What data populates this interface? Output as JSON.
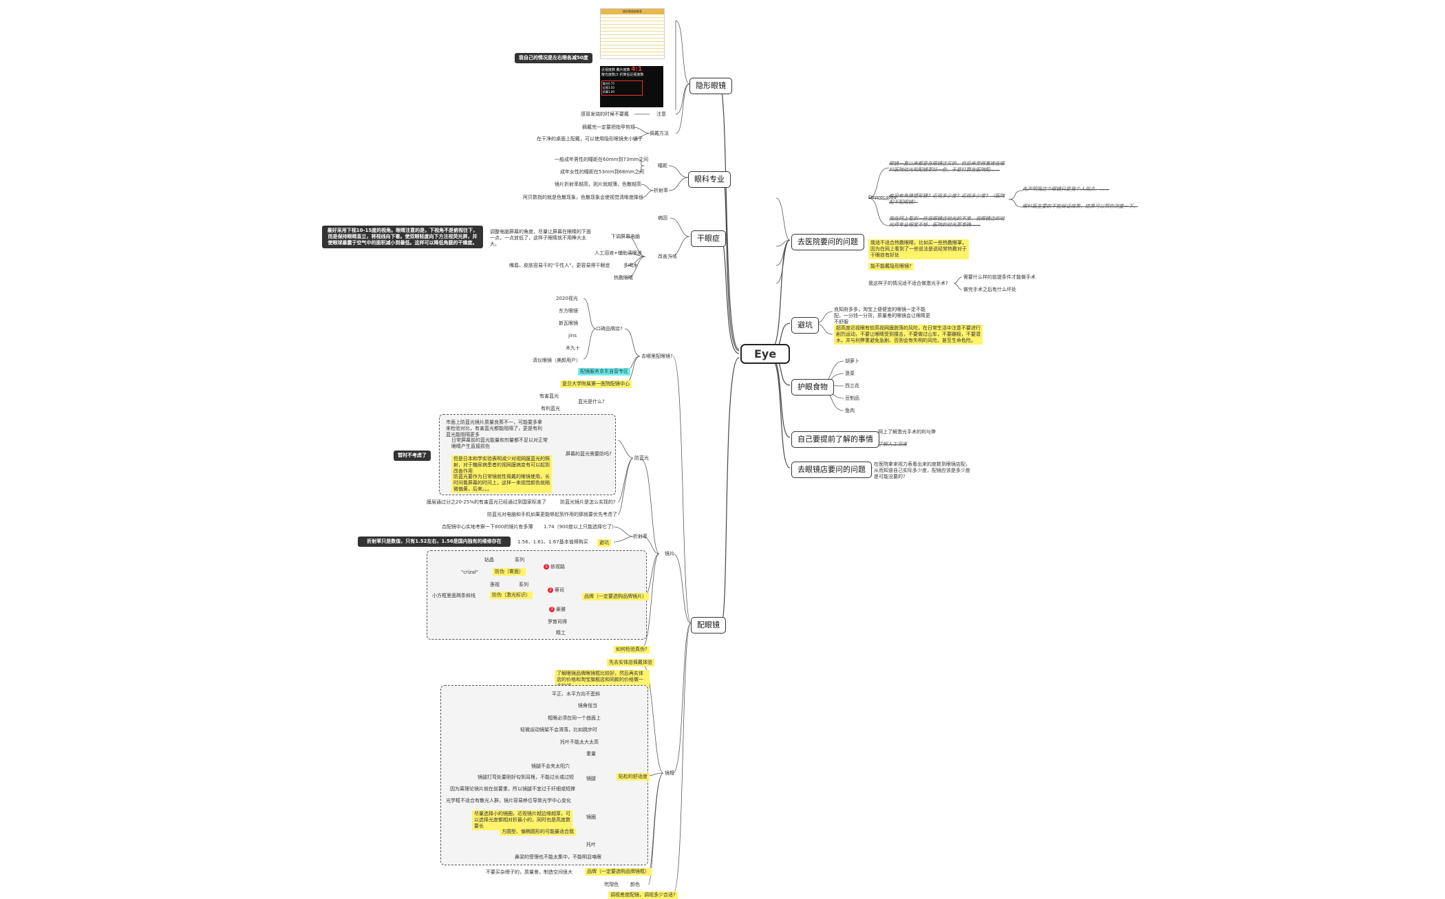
{
  "root": "Eye",
  "branches": {
    "hospital": "去医院要问的问题",
    "avoid": "避坑",
    "food": "护眼食物",
    "pre": "自己要提前了解的事情",
    "optician": "去眼镜店要问的问题",
    "contact": "隐形眼镜",
    "ophth": "眼科专业",
    "dry": "干眼症",
    "glasses": "配眼镜"
  },
  "hospital": {
    "deprecated": "Deprecated",
    "dep1": "眼镜一直以来都是在眼镜店买的，但后来觉得直接在眼科医院验光和配镜更好一些，于是打算在医院配……",
    "dep2": "有没有角膜塑形镜？近视多少度？近视多少度？（医院配不配眼镜）",
    "dep2a": "先声明我这个眼镜只是我个人观点，……",
    "dep2b": "眼科医生要的不能保证效果，结果可以帮你测量一下。",
    "dep3": "我在网上看到一些说眼镜店验光的不准，说眼镜店的验光师专业程度不够，医院的验光更准确……",
    "q1": "我适不适合热敷眼睛，比如买一些热敷眼罩，因为在网上看到了一些说法是说经常热敷对于干眼症有好处",
    "q2": "能不能戴隐形眼镜?",
    "q3": "我这样子的情况适不适合做激光手术?",
    "q3a": "需要什么样的前提条件才能做手术",
    "q3b": "做完手术之后有什么坏处"
  },
  "avoid": {
    "a1": "良知府多多，淘宝上便便宜的眼镜一定不能配，一分钱一分货，质量差的眼镜会让眼睛更不舒服",
    "a2": "超高度近视眼有较高视网膜脱落的风险，在日常生活中注意不要进行剧烈运动，不要让眼睛受到撞击，不要做过山车，不要蹦极，不要潜水，并与利弊重避免急剧、否则会有失明的风险，甚至生命危险。"
  },
  "food": {
    "items": [
      "胡萝卜",
      "菠菜",
      "西兰花",
      "豆制品",
      "鱼肉"
    ]
  },
  "pre": {
    "p1": "网上了解激光手术的利与弊",
    "p2": "了解人工泪液"
  },
  "optician": {
    "o1": "在医院拿来视力表看出来的度数到眼镜店配，从而知道自己实际多少度，配镜应该是多少度是可能没要的?"
  },
  "contact": {
    "note": "我自己的情况是左右眼各减50度",
    "img1": "隐形眼镜参数表",
    "img2_1": "近视度数 戴片度数",
    "img2_2": "散光度数/2  折算后近视度数",
    "img2_ratio": "4:1",
    "img2_r1": "散光0.75",
    "img2_r2": "近视3.50",
    "img2_r3": "折算1.00",
    "notice": "注意",
    "n1": "感冒发烧的时候不要戴",
    "method": "佩戴方法",
    "m1": "摘戴完一定要把指甲剪短",
    "m2": "在干净的桌面上配戴，可以使用隐形眼镜夹小镊子"
  },
  "ophth": {
    "pd": "瞳距",
    "pd1": "一般成年男性的瞳距在60mm到73mm之间",
    "pd2": "成年女性的瞳距在53mm到68mm之间",
    "refr": "折射率",
    "r1": "镜片折射率越高，则片就越薄，色散越高",
    "r2": "阿贝数指的就是色散现象，色散现象会使视觉清晰度降低"
  },
  "dry": {
    "cause": "病因",
    "improve": "改善方法",
    "m1": "下调屏幕电脑",
    "m1n": "调整电脑屏幕的角度，尽量让屏幕在眼睛的下面一点，一点放低了，这样子眼睛就不用睁大太大。",
    "m1d": "最好采用下视10-15度的视角。眼睛注意的是，下视角不是俯视往下，而是保持眼睛直立，将视线向下看。使双眼轻度向下方注视荧光屏，并使眼球暴露于空气中的面积减小到最低。这样可以降低角膜的干燥度。",
    "m2": "人工泪液+辅助清眼液",
    "m3": "多喝水",
    "m3n": "嘴唇、皮肤容易干的\"干性人\"，更容易得干眼症",
    "m4": "热敷眼睛"
  },
  "glasses": {
    "where": "去哪里配眼镜?",
    "brands": "口碑品牌店?",
    "brandList": [
      "2020视光",
      "东方眼镜",
      "新瓦眼镜",
      "jins",
      "木九十",
      "清仪眼镜（美颜用户）"
    ],
    "service": "配镜服务京东自营专区",
    "hospital": "复旦大学附属第一医院配镜中心",
    "lens": "镜片",
    "bluelight": "防蓝光",
    "bl_what": "蓝光是什么?",
    "bl1": "有害蓝光",
    "bl2": "有利蓝光",
    "bl_needed": "屏幕的蓝光需要防吗?",
    "bl_n1": "市面上防蓝光镜片质量良莠不一，可能要多拿来检验对比，有害蓝光都能阻隔了，更是有利蓝光能阻隔更多",
    "bl_n2": "日常屏幕前的蓝光能量和剂量都不足以对正常眼睛产生直接损伤",
    "bl_n3": "但是日本和学实验表明减少对视网膜蓝光的照射，对于糖尿病患者的视网膜病变有可以起到改善作用",
    "bl_n4": "防蓝光要作为日常镜就性佩戴的眼镜使用，长时间看屏幕的时间上，这样一来视觉颜色就稍微偏黄，后来。。。",
    "bl_skip": "暂时不考虑了",
    "bl_how": "防蓝光镜片是怎么实现的?",
    "bl_h1": "膜层通过分之20-25%的有害蓝光已经通过到国家标准了",
    "bl_phone": "防蓝光对电脑和手机如果更能够起到作用的那就要优先考虑了",
    "refr": "折射率",
    "refr1": "合配镜中心实地考察一下800的镜片有多薄",
    "refr1v": "1.74（900度以上只能选择它了）",
    "avoid": "避坑",
    "avoid1": "1.56、1.61、1.67基本值得购买",
    "avoid1n": "折射率只是数值，只有1.52左右，1.56是国内独有的维修存在",
    "brand": "品牌（一定要选购品牌镜片）",
    "b1": "依视路",
    "b1a": "钻晶",
    "b1b": "系列",
    "b1c": "\"crizal\"",
    "b1d": "防伪（雾面）",
    "b2": "蔡司",
    "b2a": "莲视",
    "b2b": "系列",
    "b2c": "小方框里面两条斜线",
    "b2d": "防伪（激光标识）",
    "b3": "豪雅",
    "b4": "罗敦司得",
    "b5": "精工",
    "check": "如何检验真伪?",
    "frame": "镜框",
    "f1": "先去实体店佩戴体验",
    "f2": "了解眼镜品牌眼镜框比较好，然后再实体店的价格和淘宝旗舰店和同款的价格做一个比对",
    "fit": "贴松的舒适度",
    "fit1": "平正、水平方向不歪斜",
    "fit2": "镜角恒当",
    "fit3": "框眼必须在同一个曲面上",
    "fit4": "轻微运动镜架不会滑落，比如跳步时",
    "fit5": "托叶不能太大太高",
    "fit6": "重量",
    "nose": "镜腿",
    "n1": "镜腿不会夹太阳穴",
    "n2": "镜腿打弯处要刚好勾到耳根，不能过长或过短",
    "n3": "因为离理论镜片就在前要重，所以镜腿不宜过于纤细或短撑",
    "lensfit": "镜圈",
    "l1": "光学框不适合有散光人群，镜片容易移位导致光学中心变化",
    "l2": "尽量选择小的镜圈，近视镜片越边缘越厚，可以选择光度都相对折最小的，同时也是高度数要长",
    "l3": "方圆型、偏椭圆形的可能最适合我",
    "pad": "托叶",
    "p1": "鼻梁的受理也不能太集中，不能明显咯眼",
    "brand2": "品牌（一定要选购品牌镜框）",
    "brand2n": "不要买杂牌子的，质量差，制造空间很大",
    "color": "颜色",
    "colorv": "玳瑁色",
    "adjust": "调视差度配镜，调视多少合适?"
  }
}
